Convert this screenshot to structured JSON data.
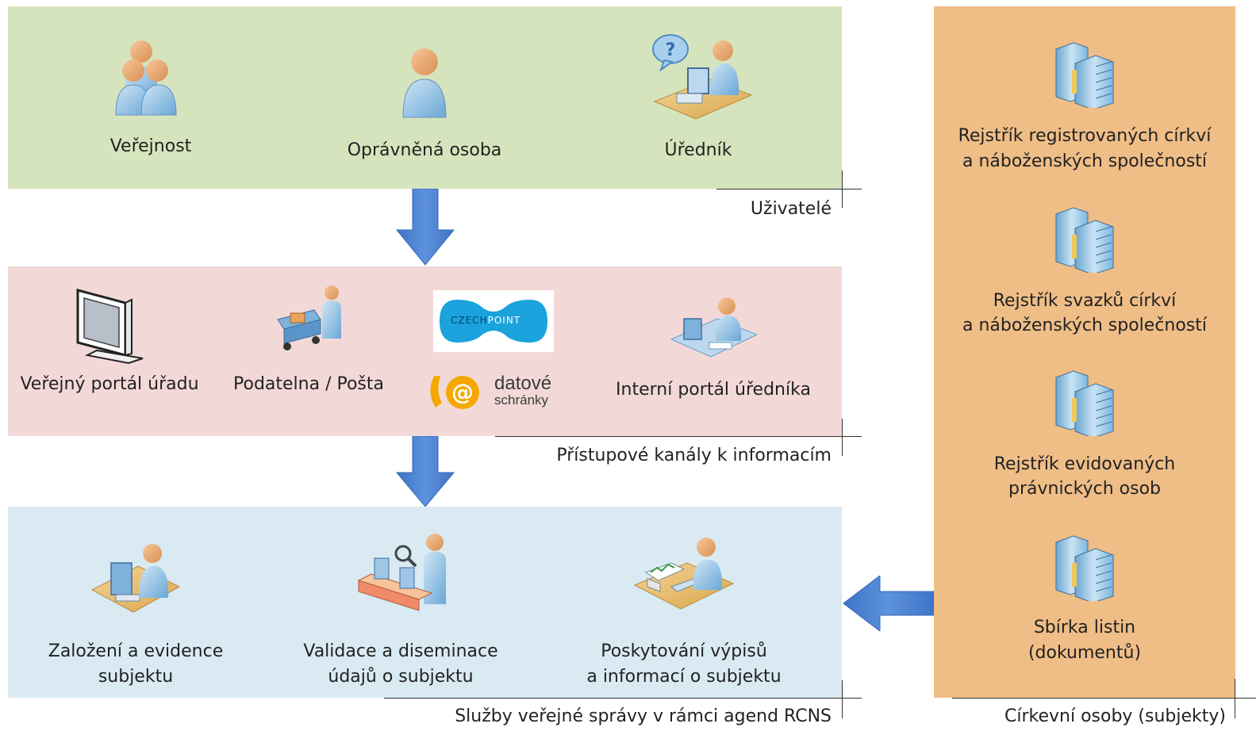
{
  "users": {
    "caption": "Uživatelé",
    "items": [
      {
        "label": "Veřejnost",
        "icon": "people-group-icon"
      },
      {
        "label": "Oprávněná osoba",
        "icon": "person-icon"
      },
      {
        "label": "Úředník",
        "icon": "clerk-desk-icon"
      }
    ]
  },
  "channels": {
    "caption": "Přístupové kanály k informacím",
    "items": [
      {
        "label": "Veřejný portál úřadu",
        "icon": "monitor-icon"
      },
      {
        "label": "Podatelna / Pošta",
        "icon": "mail-cart-icon"
      },
      {
        "label": "Interní portál úředníka",
        "icon": "clerk-computer-icon"
      }
    ],
    "czechpoint": {
      "text_a": "CZECH",
      "text_b": "POINT"
    },
    "datove": {
      "line1": "datové",
      "line2": "schránky"
    }
  },
  "services": {
    "caption": "Služby veřejné správy v rámci agend RCNS",
    "items": [
      {
        "line1": "Založení a evidence",
        "line2": "subjektu",
        "icon": "computer-workstation-icon"
      },
      {
        "line1": "Validace a diseminace",
        "line2": "údajů o subjektu",
        "icon": "conveyor-inspection-icon"
      },
      {
        "line1": "Poskytování výpisů",
        "line2": "a informací o subjektu",
        "icon": "reports-desk-icon"
      }
    ]
  },
  "registries": {
    "caption": "Církevní osoby (subjekty)",
    "items": [
      {
        "line1": "Rejstřík registrovaných církví",
        "line2": "a náboženských společností",
        "icon": "server-icon"
      },
      {
        "line1": "Rejstřík svazků církví",
        "line2": "a náboženských společností",
        "icon": "server-icon"
      },
      {
        "line1": "Rejstřík evidovaných",
        "line2": "právnických osob",
        "icon": "server-icon"
      },
      {
        "line1": "Sbírka listin",
        "line2": "(dokumentů)",
        "icon": "server-icon"
      }
    ]
  },
  "colors": {
    "users_bg": "#d6e4bd",
    "channels_bg": "#f2d9d8",
    "services_bg": "#d9eaf2",
    "registries_bg": "#efbd86",
    "arrow": "#4a7fd0"
  }
}
